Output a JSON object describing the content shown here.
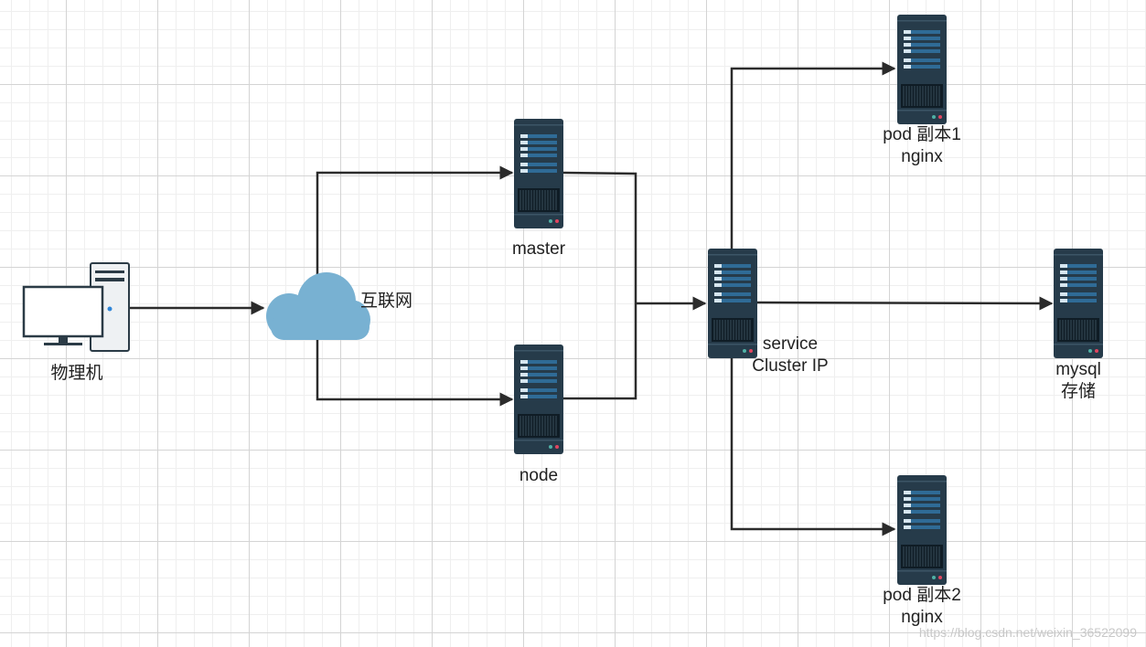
{
  "nodes": {
    "physical_machine": {
      "label": "物理机"
    },
    "internet": {
      "label": "互联网"
    },
    "master": {
      "label": "master"
    },
    "node": {
      "label": "node"
    },
    "service": {
      "line1": "service",
      "line2": "Cluster IP"
    },
    "pod1": {
      "line1": "pod 副本1",
      "line2": "nginx"
    },
    "pod2": {
      "line1": "pod 副本2",
      "line2": "nginx"
    },
    "mysql": {
      "line1": "mysql",
      "line2": "存储"
    }
  },
  "watermark": "https://blog.csdn.net/weixin_36522099",
  "colors": {
    "server_body": "#263b4a",
    "server_stripe": "#2f6b96",
    "server_light": "#d6e6f0",
    "cloud": "#78b1d2",
    "arrow": "#2b2b2b"
  }
}
